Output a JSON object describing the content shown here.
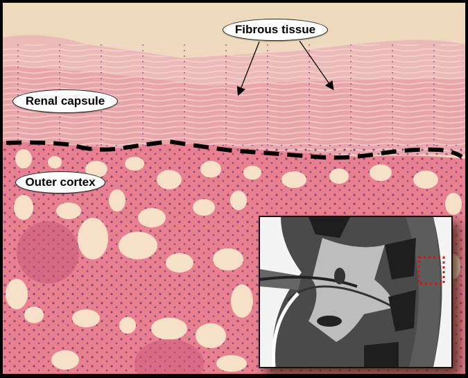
{
  "figure": {
    "description": "H&E stained kidney section showing renal capsule and outer cortex, with schematic kidney inset",
    "labels": {
      "fibrous_tissue": "Fibrous tissue",
      "renal_capsule": "Renal capsule",
      "outer_cortex": "Outer cortex"
    },
    "annotations": {
      "boundary_line": "dashed black line separating capsule from cortex",
      "arrow_count": 2,
      "inset_highlight": "red dotted box on kidney cortex edge"
    },
    "colors": {
      "background_stroma": "#efd9bd",
      "capsule_pink": "#e9a6ad",
      "cortex_pink": "#e9808f",
      "nuclei": "#7a3a7a",
      "lumen": "#f6e0c8",
      "boundary_line": "#000000",
      "highlight_box": "#e01010",
      "frame": "#000000"
    }
  }
}
